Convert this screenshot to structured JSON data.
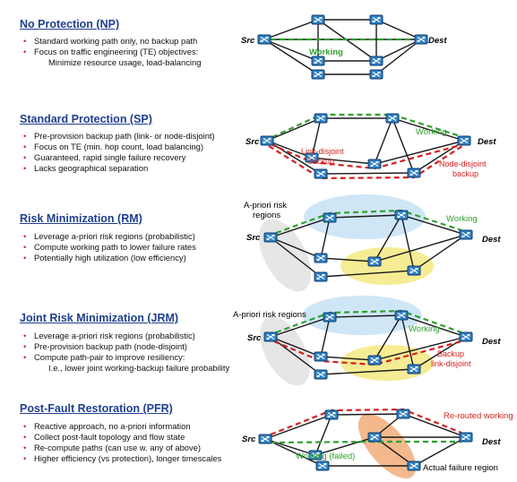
{
  "sections": [
    {
      "title": "No Protection (NP)",
      "bullets": [
        "Standard working path only, no backup path",
        "Focus on traffic engineering (TE) objectives:",
        "Minimize resource usage, load-balancing"
      ],
      "diagram": {
        "src": "Src",
        "dest": "Dest",
        "working": "Working"
      }
    },
    {
      "title": "Standard Protection (SP)",
      "bullets": [
        "Pre-provision backup path (link- or node-disjoint)",
        "Focus on TE (min. hop count, load balancing)",
        "Guaranteed, rapid single failure recovery",
        "Lacks geographical separation"
      ],
      "diagram": {
        "src": "Src",
        "dest": "Dest",
        "working": "Working",
        "link_disjoint_1": "Link-disjoint",
        "link_disjoint_2": "backup",
        "node_disjoint_1": "Node-disjoint",
        "node_disjoint_2": "backup"
      }
    },
    {
      "title": "Risk Minimization (RM)",
      "bullets": [
        "Leverage a-priori risk regions (probabilistic)",
        "Compute working path to lower failure rates",
        "Potentially high utilization (low efficiency)"
      ],
      "diagram": {
        "src": "Src",
        "dest": "Dest",
        "working": "Working",
        "risk_1": "A-priori risk",
        "risk_2": "regions"
      }
    },
    {
      "title": "Joint Risk Minimization (JRM)",
      "bullets": [
        "Leverage a-priori risk regions (probabilistic)",
        "Pre-provision backup path (node-disjoint)",
        "Compute path-pair to improve resiliency:",
        "I.e., lower joint working-backup failure probability"
      ],
      "diagram": {
        "src": "Src",
        "dest": "Dest",
        "working": "Working",
        "risk": "A-priori risk regions",
        "backup_1": "Backup",
        "backup_2": "link-disjoint"
      }
    },
    {
      "title": "Post-Fault Restoration (PFR)",
      "bullets": [
        "Reactive approach, no a-priori information",
        "Collect post-fault topology and flow state",
        "Re-compute paths (can use w. any of above)",
        "Higher efficiency (vs protection), longer timescales"
      ],
      "diagram": {
        "src": "Src",
        "dest": "Dest",
        "working_failed": "Working (failed)",
        "rerouted": "Re-routed working",
        "failure_region": "Actual failure region"
      }
    }
  ],
  "colors": {
    "title": "#1f3f8f",
    "bullet": "#d42020",
    "link": "#1a1a1a",
    "working": "#2fa12f",
    "backup": "#d42020",
    "node_fill": "#2f7fc1",
    "risk_blue": "#cfe6f6",
    "risk_yellow": "#f6ec93",
    "risk_gray": "#e6e6e6",
    "failure": "#f3b98d"
  },
  "icons": {
    "node": "router-icon"
  }
}
